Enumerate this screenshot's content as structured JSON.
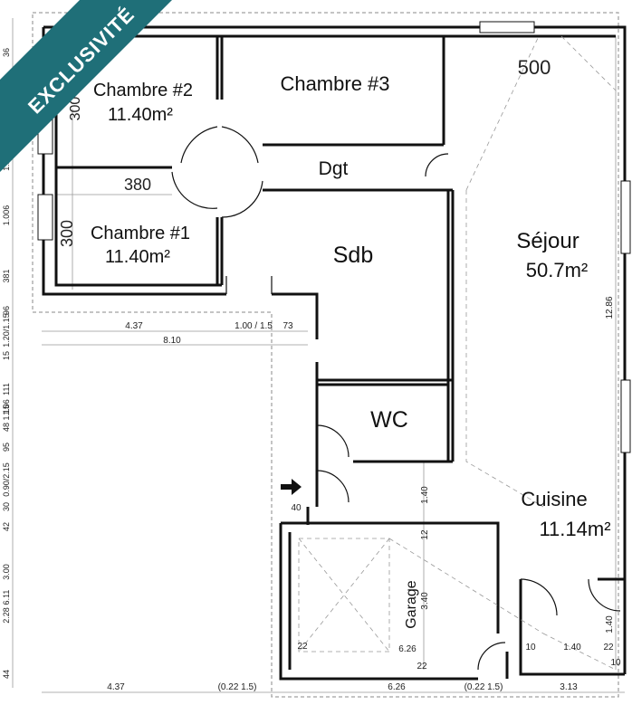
{
  "banner": {
    "text": "EXCLUSIVITÉ",
    "color": "#1f6f78"
  },
  "rooms": [
    {
      "id": "chambre-2",
      "name": "Chambre #2",
      "area": "11.40m²"
    },
    {
      "id": "chambre-3",
      "name": "Chambre #3",
      "area": ""
    },
    {
      "id": "chambre-1",
      "name": "Chambre #1",
      "area": "11.40m²"
    },
    {
      "id": "degagement",
      "name": "Dgt",
      "area": ""
    },
    {
      "id": "salle-de-bain",
      "name": "Sdb",
      "area": ""
    },
    {
      "id": "wc",
      "name": "WC",
      "area": ""
    },
    {
      "id": "sejour",
      "name": "Séjour",
      "area": "50.7m²"
    },
    {
      "id": "cuisine",
      "name": "Cuisine",
      "area": "11.14m²"
    },
    {
      "id": "garage",
      "name": "Garage",
      "area": ""
    }
  ],
  "dimensions": {
    "top_500": "500",
    "ch2_side": "300",
    "w380": "380",
    "ch1_side": "300",
    "d437a": "4.37",
    "d100_15": "1.00 / 1.5",
    "d73": "73",
    "d810": "8.10",
    "d1286": "12.86",
    "d140a": "1.40",
    "d12": "12",
    "d340": "3.40",
    "d40": "40",
    "d22a": "22",
    "d626a": "6.26",
    "d22b": "22",
    "d140b": "1.40",
    "d10a": "10",
    "d140c": "1.40",
    "d22c": "22",
    "d10b": "10",
    "bottom": [
      "4.37",
      "(0.22 1.5)",
      "6.26",
      "(0.22 1.5)",
      "3.13"
    ],
    "left_scale": [
      "36",
      "3",
      "1.21",
      "1.006",
      "381",
      "96",
      "1.20/1.15",
      "15",
      "111",
      "48 1.15",
      "1.06",
      "95",
      "0.90/2.15",
      "30",
      "42",
      "3.00",
      "2.28",
      "6.11",
      "44"
    ]
  }
}
